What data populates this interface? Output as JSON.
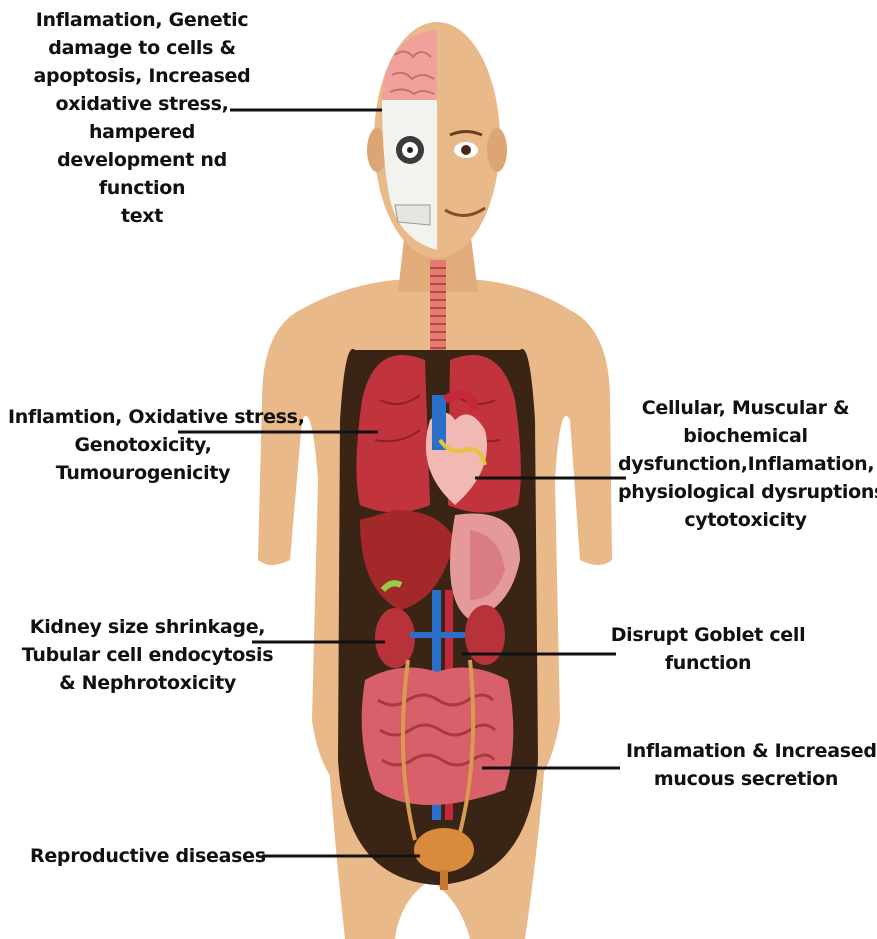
{
  "labels": {
    "brain": [
      "Inflamation, Genetic",
      "damage to cells &",
      "apoptosis, Increased",
      "oxidative stress,",
      "hampered",
      "development nd",
      "function",
      "text"
    ],
    "lungs": [
      "Inflamtion, Oxidative stress,",
      "Genotoxicity,",
      "Tumourogenicity"
    ],
    "heart": [
      "Cellular, Muscular &",
      "biochemical",
      "dysfunction,Inflamation,",
      "physiological dysruptions,",
      "cytotoxicity"
    ],
    "kidney": [
      "Kidney size shrinkage,",
      "Tubular cell endocytosis",
      "& Nephrotoxicity"
    ],
    "goblet": [
      "Disrupt Goblet cell",
      "function"
    ],
    "intestine": [
      "Inflamation & Increased",
      "mucous secretion"
    ],
    "reproductive": [
      "Reproductive diseases"
    ]
  },
  "colors": {
    "skin": "#e9b98a",
    "skin_shadow": "#d49a66",
    "organ_red": "#b8323a",
    "lung": "#c2343d",
    "liver": "#a3282a",
    "intestine": "#d8606a",
    "vessel_blue": "#2a6fc9",
    "cavity": "#3a2416",
    "brain": "#f0a19c",
    "skull": "#f2f2ee",
    "bladder": "#d98a3b"
  }
}
